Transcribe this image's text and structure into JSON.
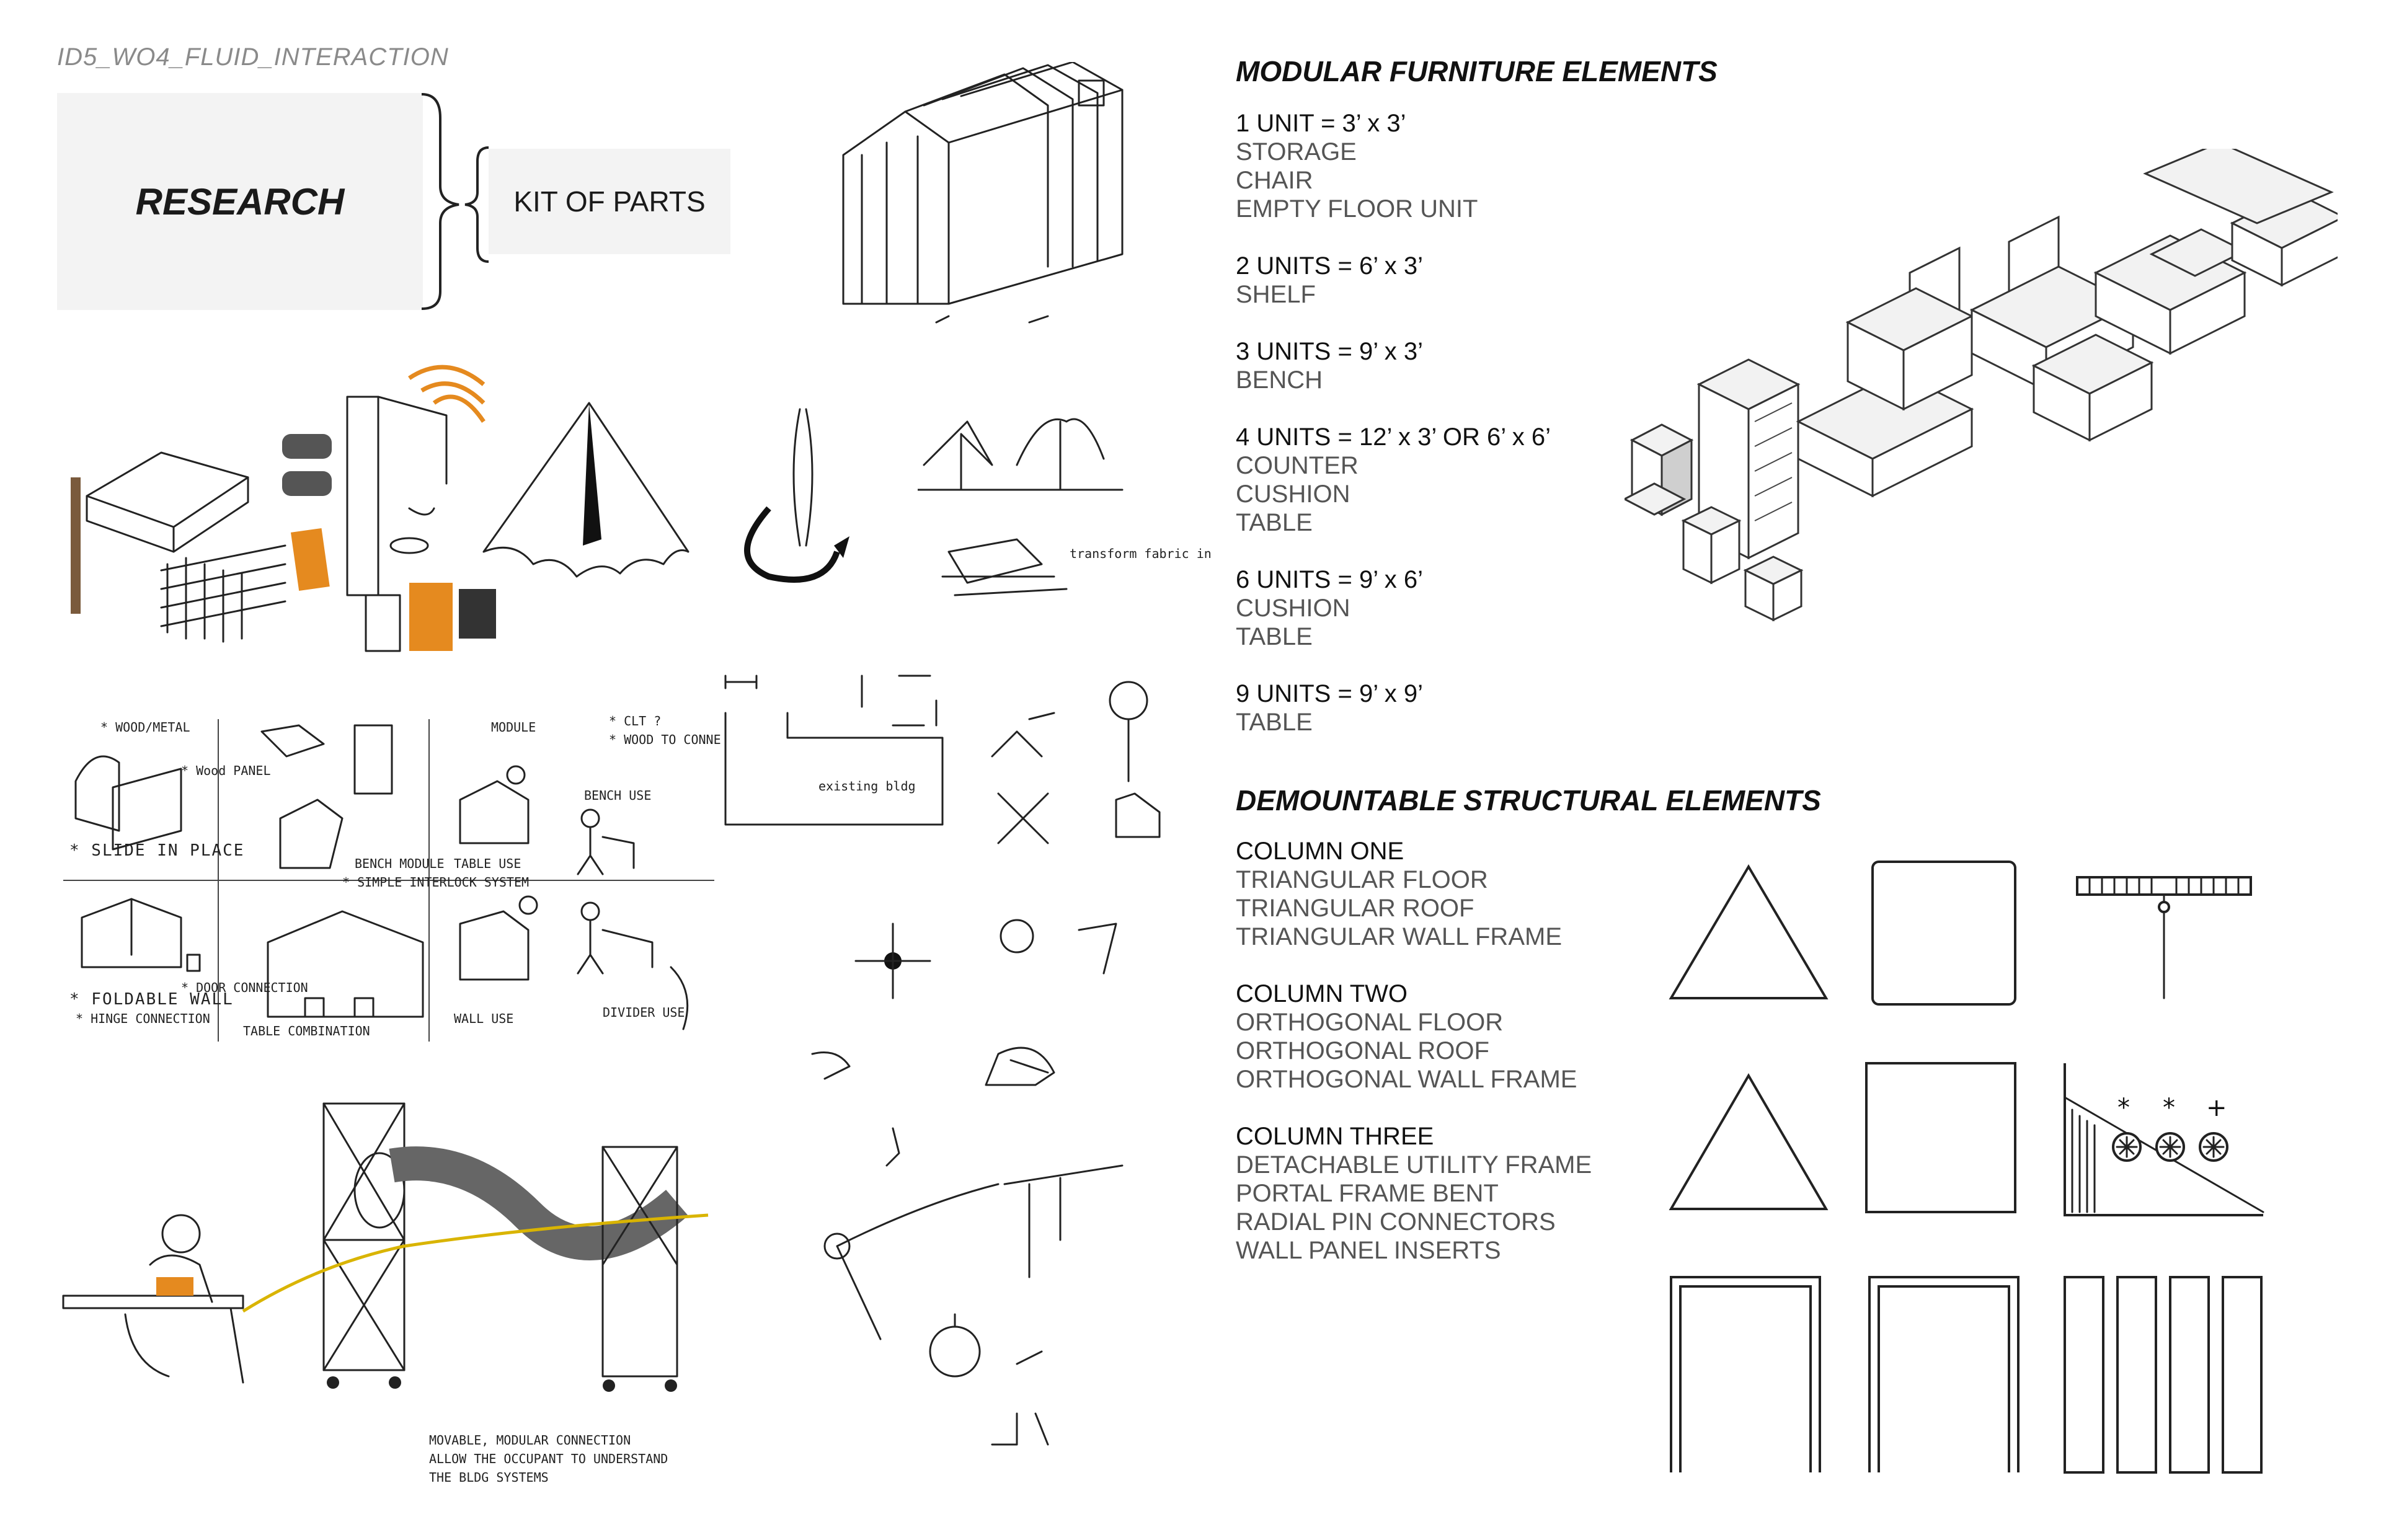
{
  "header": {
    "doc_id": "ID5_WO4_FLUID_INTERACTION",
    "research_label": "RESEARCH",
    "kit_label": "KIT OF PARTS"
  },
  "furniture": {
    "title": "MODULAR FURNITURE ELEMENTS",
    "groups": [
      {
        "head": "1 UNIT = 3’ x 3’",
        "items": [
          "STORAGE",
          "CHAIR",
          "EMPTY FLOOR UNIT"
        ]
      },
      {
        "head": "2 UNITS = 6’ x 3’",
        "items": [
          "SHELF"
        ]
      },
      {
        "head": "3 UNITS = 9’ x 3’",
        "items": [
          "BENCH"
        ]
      },
      {
        "head": "4 UNITS = 12’ x 3’ OR 6’ x 6’",
        "items": [
          "COUNTER",
          "CUSHION",
          "TABLE"
        ]
      },
      {
        "head": "6 UNITS = 9’ x 6’",
        "items": [
          "CUSHION",
          "TABLE"
        ]
      },
      {
        "head": "9 UNITS = 9’ x 9’",
        "items": [
          "TABLE"
        ]
      }
    ]
  },
  "structural": {
    "title": "DEMOUNTABLE STRUCTURAL ELEMENTS",
    "groups": [
      {
        "head": "COLUMN ONE",
        "items": [
          "TRIANGULAR FLOOR",
          "TRIANGULAR ROOF",
          "TRIANGULAR WALL FRAME"
        ]
      },
      {
        "head": "COLUMN TWO",
        "items": [
          "ORTHOGONAL FLOOR",
          "ORTHOGONAL ROOF",
          "ORTHOGONAL WALL FRAME"
        ]
      },
      {
        "head": "COLUMN THREE",
        "items": [
          "DETACHABLE UTILITY FRAME",
          "PORTAL FRAME BENT",
          "RADIAL PIN CONNECTORS",
          "WALL PANEL INSERTS"
        ]
      }
    ],
    "pin_marks": [
      "*",
      "*",
      "+"
    ]
  },
  "sketch_notes": {
    "wood_metal": "* WOOD/METAL",
    "wood_panel": "* Wood PANEL",
    "slide": "* SLIDE IN PLACE",
    "foldable": "* FOLDABLE WALL",
    "hinge": "* HINGE CONNECTION",
    "door": "* DOOR CONNECTION",
    "module": "MODULE",
    "clt": "* CLT ?",
    "wood_connect": "* WOOD TO CONNECT W/ BRIDAL",
    "bench_use": "BENCH USE",
    "bench_module": "BENCH MODULE",
    "simple": "* SIMPLE INTERLOCK SYSTEM",
    "table_use": "TABLE USE",
    "table_combo": "TABLE COMBINATION",
    "wall_use": "WALL USE",
    "divider_use": "DIVIDER USE",
    "existing": "existing bldg",
    "transform": "transform fabric in place",
    "movable_1": "MOVABLE, MODULAR CONNECTION",
    "movable_2": "ALLOW THE OCCUPANT TO UNDERSTAND",
    "movable_3": "THE BLDG SYSTEMS"
  }
}
